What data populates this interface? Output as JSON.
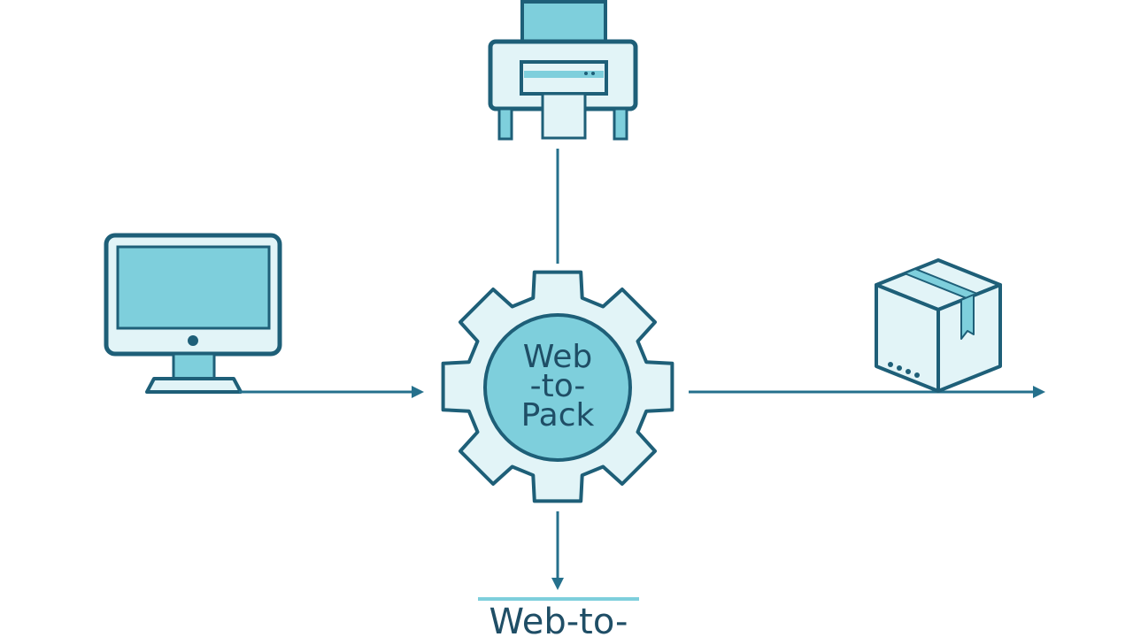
{
  "gear": {
    "line1": "Web",
    "line2": "-to-",
    "line3": "Pack"
  },
  "caption": {
    "text": "Web-to-"
  },
  "icons": {
    "left": "monitor-icon",
    "top": "printer-icon",
    "right": "box-icon",
    "center": "gear-icon"
  },
  "colors": {
    "stroke": "#1e5f78",
    "fill_dark": "#7ecfdc",
    "fill_light": "#e2f4f7",
    "arrow": "#25708c",
    "text": "#1f4e66"
  }
}
